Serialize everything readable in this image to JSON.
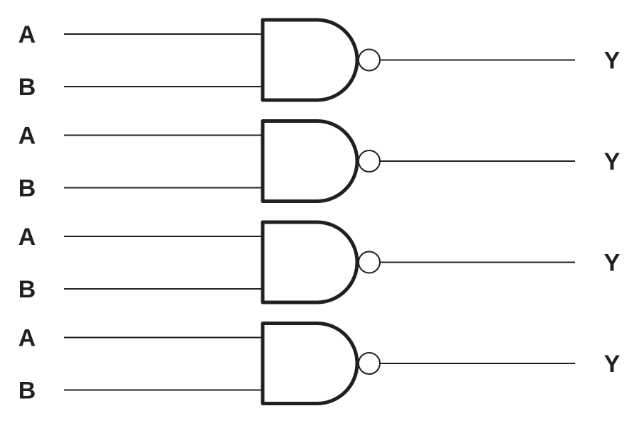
{
  "diagram": {
    "gate_type": "NAND",
    "gates": [
      {
        "inputs": [
          "A",
          "B"
        ],
        "output": "Y"
      },
      {
        "inputs": [
          "A",
          "B"
        ],
        "output": "Y"
      },
      {
        "inputs": [
          "A",
          "B"
        ],
        "output": "Y"
      },
      {
        "inputs": [
          "A",
          "B"
        ],
        "output": "Y"
      }
    ],
    "colors": {
      "stroke": "#231f20",
      "background": "#ffffff"
    }
  }
}
